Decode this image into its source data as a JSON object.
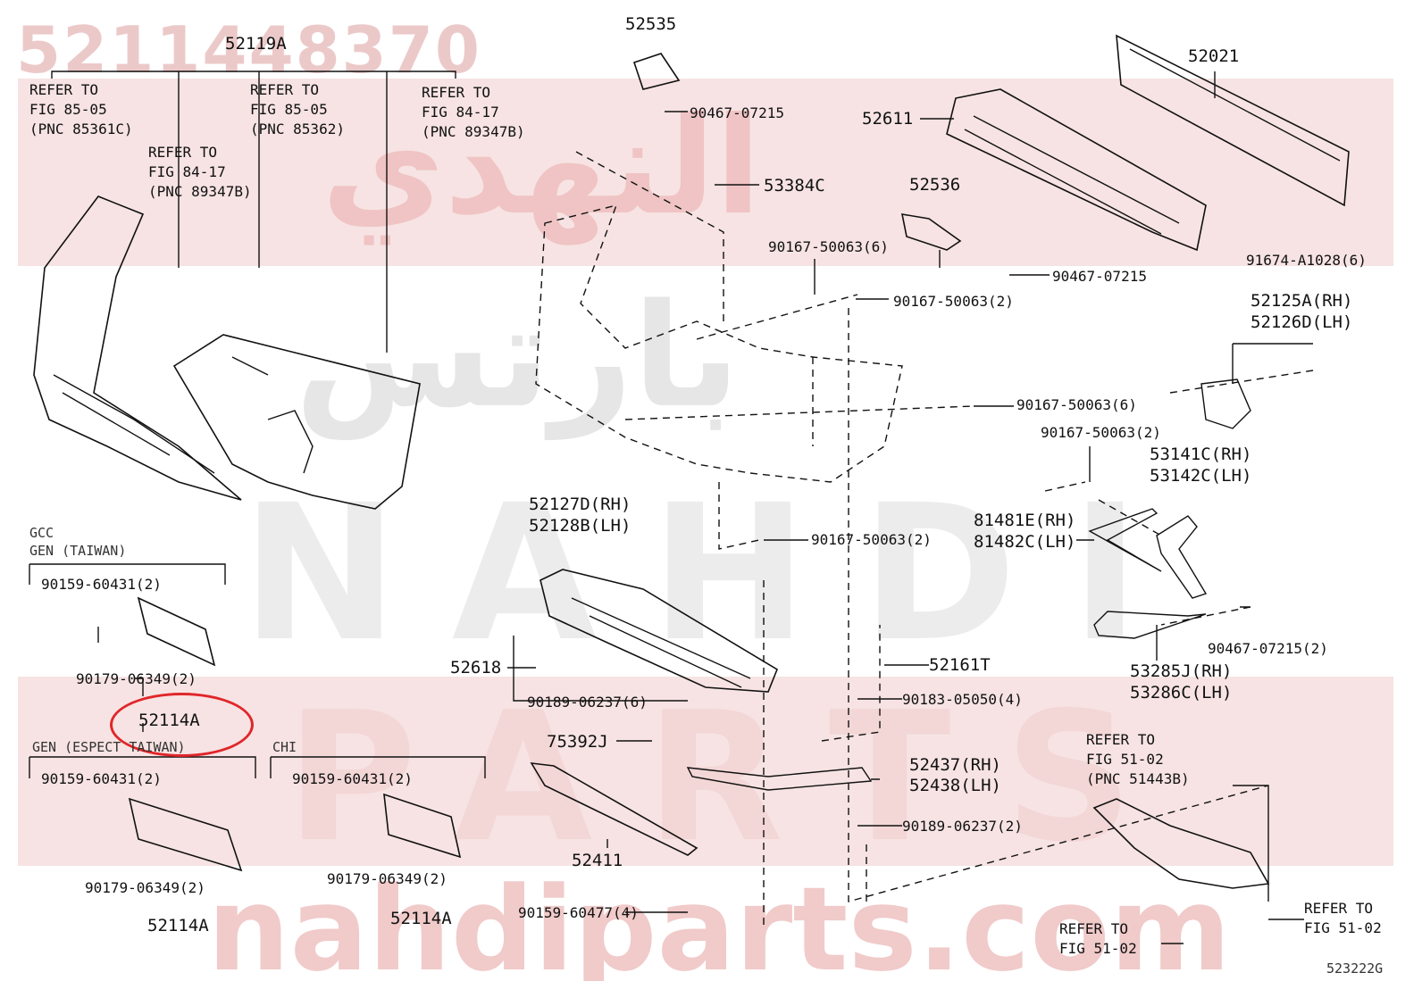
{
  "watermark": {
    "part_number": "5211448370",
    "arabic_1": "النهدي",
    "arabic_2": "بارتس",
    "brand": "NAHDI",
    "parts": "PARTS",
    "site": "nahdiparts.com"
  },
  "diagram_code": "523222G",
  "highlight_color": "#e0262a",
  "labels": {
    "p52119A": "52119A",
    "ref1": [
      "REFER TO",
      "FIG 85-05",
      "(PNC 85361C)"
    ],
    "ref2": [
      "REFER TO",
      "FIG 84-17",
      "(PNC 89347B)"
    ],
    "ref3": [
      "REFER TO",
      "FIG 85-05",
      "(PNC 85362)"
    ],
    "ref4": [
      "REFER TO",
      "FIG 84-17",
      "(PNC 89347B)"
    ],
    "p52535": "52535",
    "p90467a": "90467-07215",
    "p53384C": "53384C",
    "p52536": "52536",
    "p90467b": "90467-07215",
    "p52611": "52611",
    "p52021": "52021",
    "p91674": "91674-A1028(6)",
    "p90167a": "90167-50063(6)",
    "p90167b": "90167-50063(2)",
    "p52125A": "52125A(RH)",
    "p52126D": "52126D(LH)",
    "p90167c": "90167-50063(6)",
    "p90167d": "90167-50063(2)",
    "p53141C": "53141C(RH)",
    "p53142C": "53142C(LH)",
    "p52127D": "52127D(RH)",
    "p52128B": "52128B(LH)",
    "p81481E": "81481E(RH)",
    "p81482C": "81482C(LH)",
    "p90167e": "90167-50063(2)",
    "gcc": "GCC",
    "gen_taiwan": "GEN (TAIWAN)",
    "p90159a": "90159-60431(2)",
    "p90179a": "90179-06349(2)",
    "p52114A_a": "52114A",
    "p52618": "52618",
    "p90189a": "90189-06237(6)",
    "p52161T": "52161T",
    "p90183": "90183-05050(4)",
    "p90467c": "90467-07215(2)",
    "p53285J": "53285J(RH)",
    "p53286C": "53286C(LH)",
    "gen_except": "GEN (ESPECT TAIWAN)",
    "chi": "CHI",
    "p75392J": "75392J",
    "p52437": "52437(RH)",
    "p52438": "52438(LH)",
    "ref5": [
      "REFER TO",
      "FIG 51-02",
      "(PNC 51443B)"
    ],
    "p90159b": "90159-60431(2)",
    "p90159c": "90159-60431(2)",
    "p90189b": "90189-06237(2)",
    "p90179b": "90179-06349(2)",
    "p90179c": "90179-06349(2)",
    "p52411": "52411",
    "p52114A_b": "52114A",
    "p52114A_c": "52114A",
    "p90159d": "90159-60477(4)",
    "ref6": [
      "REFER TO",
      "FIG 51-02"
    ],
    "ref7": [
      "REFER TO",
      "FIG 51-02"
    ]
  }
}
